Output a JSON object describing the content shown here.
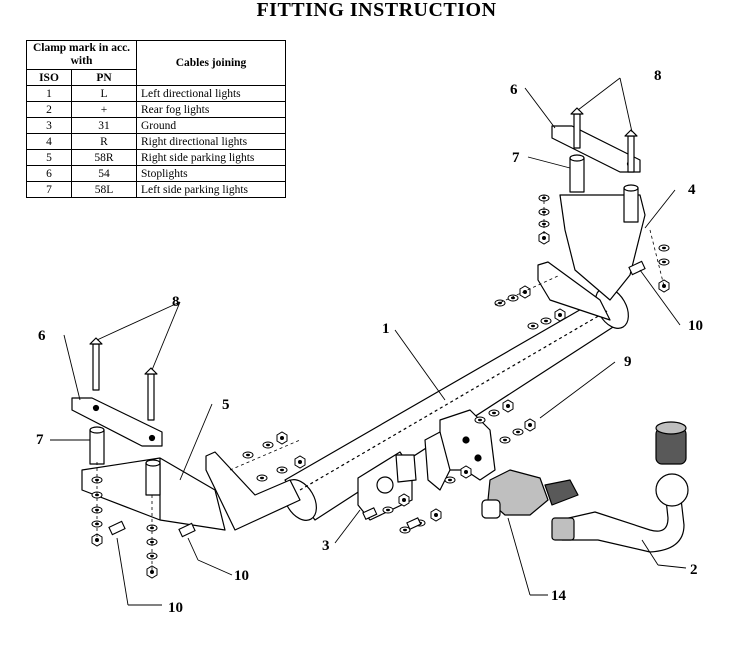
{
  "title": "FITTING INSTRUCTION",
  "table": {
    "header_clamp_mark": "Clamp mark in acc. with",
    "header_cables_joining": "Cables joining",
    "header_iso": "ISO",
    "header_pn": "PN",
    "rows": [
      {
        "iso": "1",
        "pn": "L",
        "cable": "Left directional lights"
      },
      {
        "iso": "2",
        "pn": "+",
        "cable": "Rear fog lights"
      },
      {
        "iso": "3",
        "pn": "31",
        "cable": "Ground"
      },
      {
        "iso": "4",
        "pn": "R",
        "cable": "Right directional lights"
      },
      {
        "iso": "5",
        "pn": "58R",
        "cable": "Right side parking lights"
      },
      {
        "iso": "6",
        "pn": "54",
        "cable": "Stoplights"
      },
      {
        "iso": "7",
        "pn": "58L",
        "cable": "Left side parking lights"
      }
    ]
  },
  "callouts": {
    "c1": "1",
    "c2": "2",
    "c3": "3",
    "c4": "4",
    "c5": "5",
    "c6_left": "6",
    "c6_right": "6",
    "c7_left": "7",
    "c7_right": "7",
    "c8_left": "8",
    "c8_right": "8",
    "c9": "9",
    "c10_right": "10",
    "c10_bottom_a": "10",
    "c10_bottom_b": "10",
    "c14": "14"
  },
  "colors": {
    "line": "#000000",
    "paper": "#ffffff",
    "shade": "#bfbfbf",
    "dark": "#595959"
  }
}
